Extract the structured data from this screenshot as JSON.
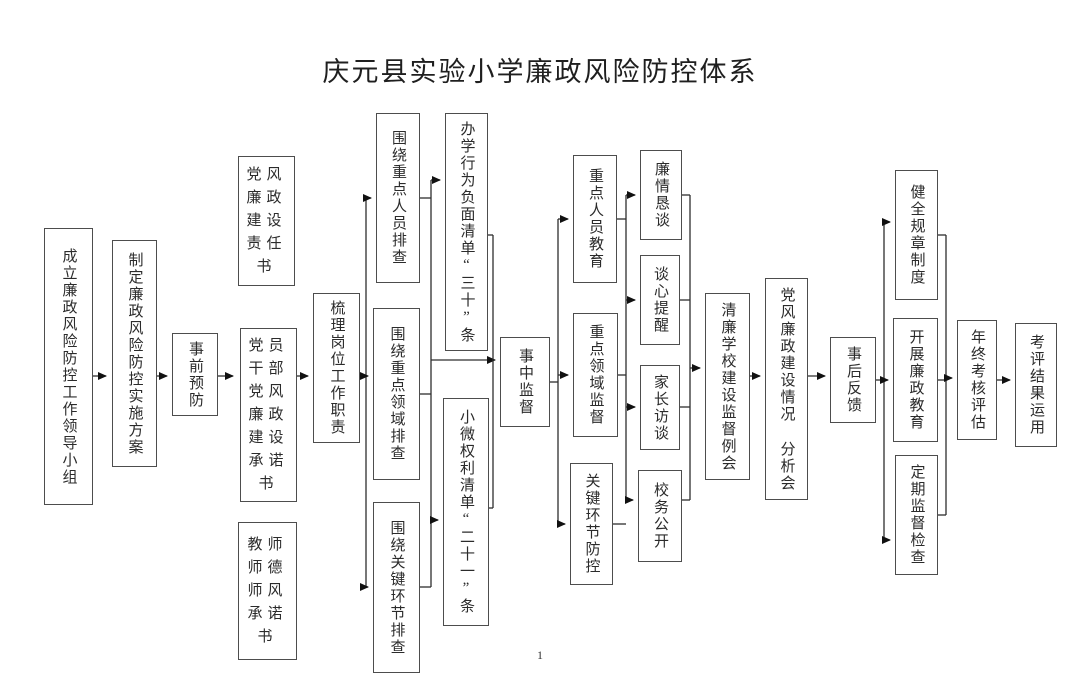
{
  "title": "庆元县实验小学廉政风险防控体系",
  "page_number": "1",
  "nodes": {
    "lead_group": "成立廉政风险防控工作领导小组",
    "plan": "制定廉政风险防控实施方案",
    "pre_prevention": "事前预防",
    "responsibility_letter": "党风\n廉政\n建设\n责任\n书",
    "cadre_commitment": "党员\n干部\n党风\n廉政\n建设\n承诺\n书",
    "teacher_commitment": "教师\n师德\n师风\n承诺\n书",
    "sort_duties": "梳理岗位工作职责",
    "check_personnel": "围绕重点人员排查",
    "check_fields": "围绕重点领域排查",
    "check_links": "围绕关键环节排查",
    "negative_list": "办学行为负面清单“三十”条",
    "micro_power_list": "小微权利清单“二十一”条",
    "in_process": "事中监督",
    "personnel_edu": "重点人员教育",
    "field_supervision": "重点领域监督",
    "link_control": "关键环节防控",
    "integrity_talk": "廉情恳谈",
    "heart_talk": "谈心提醒",
    "parent_visit": "家长访谈",
    "school_affairs": "校务公开",
    "supervision_meeting": "清廉学校建设监督例会",
    "analysis_meeting": "党风廉政建设情况 分析会",
    "post_feedback": "事后反馈",
    "rules": "健全规章制度",
    "conduct_edu": "开展廉政教育",
    "periodic_check": "定期监督检查",
    "annual_eval": "年终考核评估",
    "result_use": "考评结果运用"
  }
}
